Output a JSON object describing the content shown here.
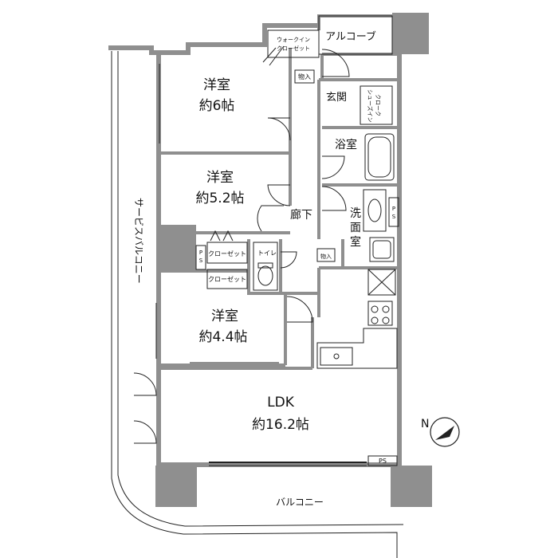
{
  "rooms": {
    "western1_name": "洋室",
    "western1_size": "約6帖",
    "western2_name": "洋室",
    "western2_size": "約5.2帖",
    "western3_name": "洋室",
    "western3_size": "約4.4帖",
    "ldk_name": "LDK",
    "ldk_size": "約16.2帖",
    "bath": "浴室",
    "washroom_l1": "洗",
    "washroom_l2": "面",
    "washroom_l3": "室",
    "corridor": "廊下",
    "entrance": "玄関",
    "alcove": "アルコーブ",
    "walkin_l1": "ウォークイン",
    "walkin_l2": "クローゼット",
    "shoes_l1": "シューズイン",
    "shoes_l2": "クローク",
    "storage_top": "物入",
    "storage_mid": "物入",
    "closet1": "クローゼット",
    "closet2": "クローゼット",
    "toilet": "トイレ",
    "ps_left_1": "P",
    "ps_left_2": "S",
    "ps_wash_1": "P",
    "ps_wash_2": "S",
    "ps_ldk": "PS",
    "service_balcony": "サービスバルコニー",
    "balcony": "バルコニー"
  },
  "colors": {
    "wall": "#8f8f8f",
    "line": "#222222",
    "floor": "#ffffff"
  }
}
